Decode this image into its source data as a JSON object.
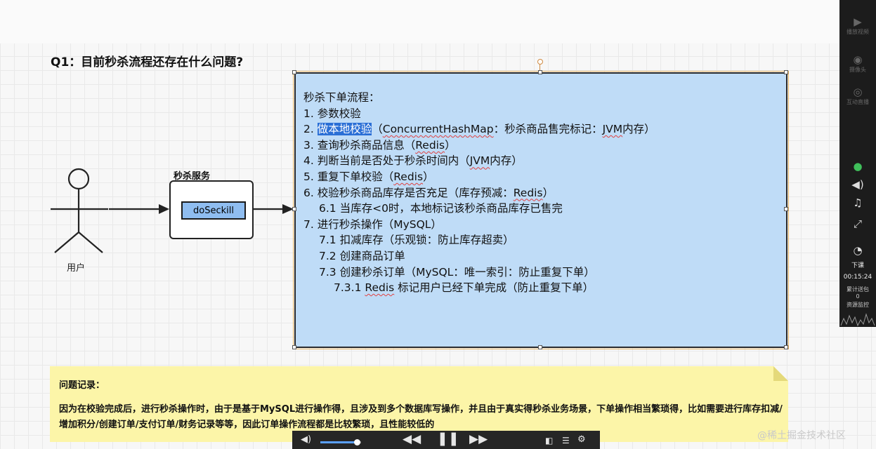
{
  "question": {
    "title": "Q1：目前秒杀流程还存在什么问题?"
  },
  "user": {
    "label": "用户"
  },
  "service": {
    "label": "秒杀服务",
    "inner": "doSeckill"
  },
  "flow": {
    "heading": "秒杀下单流程：",
    "step1": "1. 参数校验",
    "step2_num": "2. ",
    "step2_hl": "做本地校验",
    "step2_rest_a": "（",
    "step2_rest_b": "ConcurrentHashMap",
    "step2_rest_c": "：秒杀商品售完标记：",
    "step2_rest_d": "JVM",
    "step2_rest_e": "内存）",
    "step3_a": "3. 查询秒杀商品信息（",
    "step3_b": "Redis",
    "step3_c": "）",
    "step4_a": "4. 判断当前是否处于秒杀时间内（",
    "step4_b": "JVM",
    "step4_c": "内存）",
    "step5_a": "5. 重复下单校验（",
    "step5_b": "Redis",
    "step5_c": "）",
    "step6_a": "6. 校验秒杀商品库存是否充足（库存预减：",
    "step6_b": "Redis",
    "step6_c": "）",
    "step61": "6.1 当库存<0时，本地标记该秒杀商品库存已售完",
    "step7": "7. 进行秒杀操作（MySQL）",
    "step71": "7.1 扣减库存（乐观锁：防止库存超卖）",
    "step72": "7.2 创建商品订单",
    "step73": "7.3 创建秒杀订单（MySQL：唯一索引：防止重复下单）",
    "step731_a": "7.3.1 ",
    "step731_b": "Redis",
    "step731_c": " 标记用户已经下单完成（防止重复下单）"
  },
  "note": {
    "title": "问题记录：",
    "body": "因为在校验完成后，进行秒杀操作时，由于是基于MySQL进行操作得，且涉及到多个数据库写操作，并且由于真实得秒杀业务场景，下单操作相当繁琐得，比如需要进行库存扣减/增加积分/创建订单/支付订单/财务记录等等，因此订单操作流程都是比较繁琐，且性能较低的"
  },
  "toolbar": {
    "items": [
      {
        "icon": "video-icon",
        "label": "播放视频"
      },
      {
        "icon": "camera-icon",
        "label": "摄像头"
      },
      {
        "icon": "live-icon",
        "label": "互动直播"
      }
    ],
    "download": "下课",
    "timer": "00:15:24",
    "gift_label": "累计送包",
    "gift_count": "0",
    "resource": "资源监控"
  },
  "player": {
    "volume": 0.9
  },
  "watermark": "@稀土掘金技术社区",
  "colors": {
    "flow_bg": "#bfdcf7",
    "note_bg": "#fcf5a8",
    "inner_box": "#8fbdf0",
    "highlight": "#2a6fd6"
  }
}
